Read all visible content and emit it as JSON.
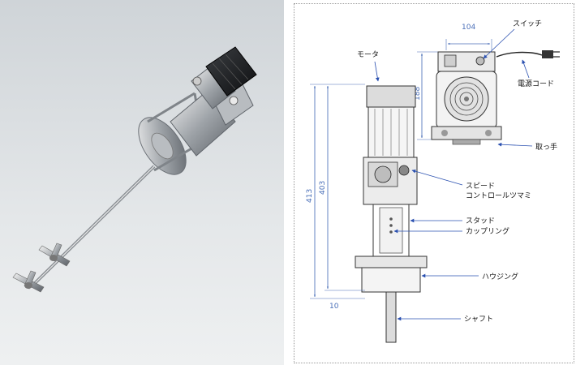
{
  "photo": {
    "subject": "stirrer-photo"
  },
  "drawing": {
    "dimensions": {
      "width_top": "104",
      "height_side": "188",
      "overall_height": "413",
      "body_height": "403",
      "bottom_offset": "10"
    },
    "callouts": {
      "switch": "スイッチ",
      "motor": "モータ",
      "power_cord": "電源コード",
      "handle": "取っ手",
      "speed_knob_line1": "スピード",
      "speed_knob_line2": "コントロールツマミ",
      "stud": "スタッド",
      "coupling": "カップリング",
      "housing": "ハウジング",
      "shaft": "シャフト"
    }
  },
  "colors": {
    "dimension": "#4a6fb8",
    "arrow": "#2a50b0",
    "background_photo": "#e2e6e8"
  }
}
